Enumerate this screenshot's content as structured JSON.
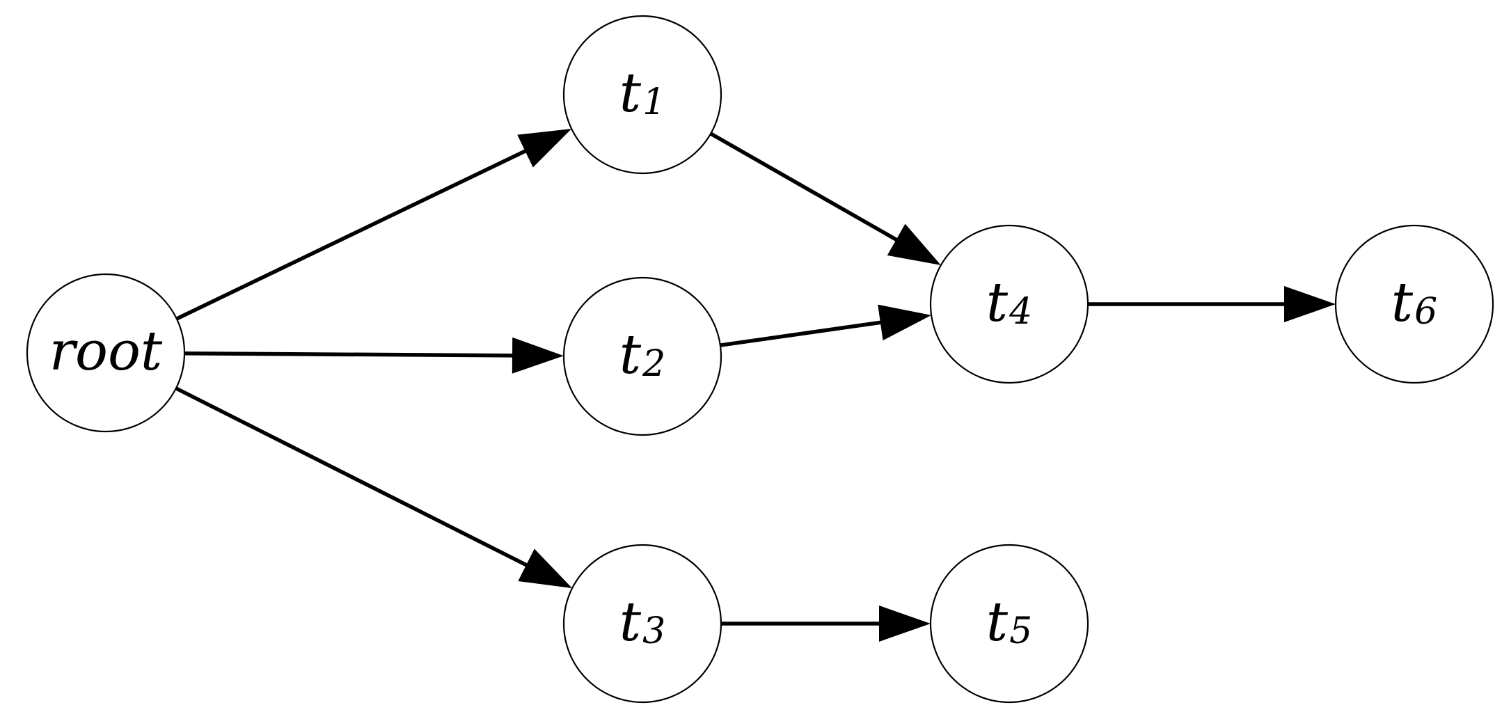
{
  "diagram": {
    "nodes": [
      {
        "id": "root",
        "label": "root",
        "subscript": ""
      },
      {
        "id": "t1",
        "label": "t",
        "subscript": "1"
      },
      {
        "id": "t2",
        "label": "t",
        "subscript": "2"
      },
      {
        "id": "t3",
        "label": "t",
        "subscript": "3"
      },
      {
        "id": "t4",
        "label": "t",
        "subscript": "4"
      },
      {
        "id": "t5",
        "label": "t",
        "subscript": "5"
      },
      {
        "id": "t6",
        "label": "t",
        "subscript": "6"
      }
    ],
    "edges": [
      {
        "from": "root",
        "to": "t1"
      },
      {
        "from": "root",
        "to": "t2"
      },
      {
        "from": "root",
        "to": "t3"
      },
      {
        "from": "t1",
        "to": "t4"
      },
      {
        "from": "t2",
        "to": "t4"
      },
      {
        "from": "t3",
        "to": "t5"
      },
      {
        "from": "t4",
        "to": "t6"
      }
    ],
    "colors": {
      "stroke": "#000000",
      "background": "#ffffff"
    }
  }
}
